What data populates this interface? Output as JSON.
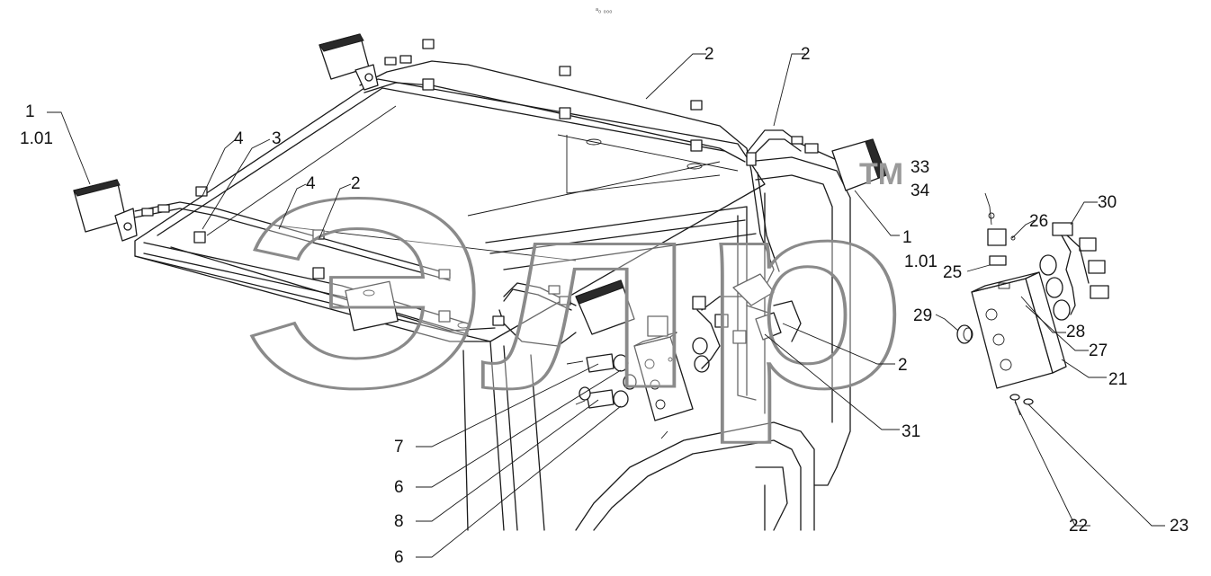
{
  "header": {
    "code": "ᵃ₀ ₀₀₀"
  },
  "watermark": {
    "text": "Элр",
    "tm": "TM"
  },
  "callouts": {
    "c1_left": "1",
    "c101_left": "1.01",
    "c4_a": "4",
    "c3": "3",
    "c4_b": "4",
    "c2_a": "2",
    "c2_b": "2",
    "c2_c": "2",
    "c2_d": "2",
    "c33": "33",
    "c34": "34",
    "c1_right": "1",
    "c101_right": "1.01",
    "c26": "26",
    "c30": "30",
    "c25": "25",
    "c29": "29",
    "c28": "28",
    "c27": "27",
    "c21": "21",
    "c31": "31",
    "c7": "7",
    "c6_a": "6",
    "c8": "8",
    "c6_b": "6",
    "c22": "22",
    "c23": "23"
  }
}
